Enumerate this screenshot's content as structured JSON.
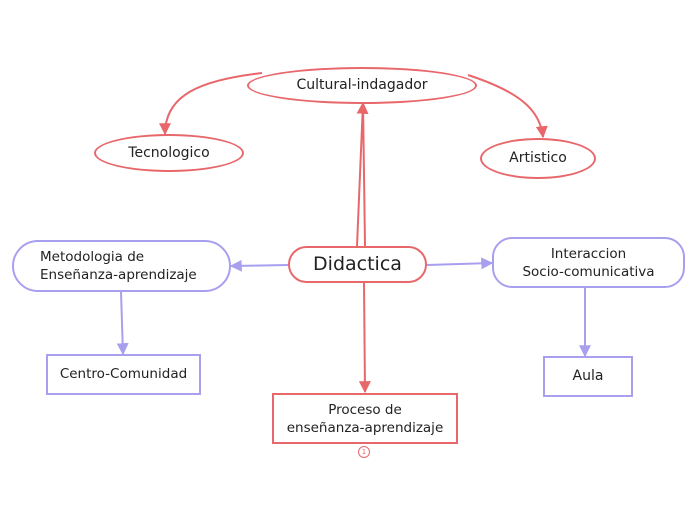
{
  "nodes": {
    "central": "Didactica",
    "cultural": "Cultural-indagador",
    "tecnologico": "Tecnologico",
    "artistico": "Artistico",
    "metodologia": [
      "Metodologia de",
      "Enseñanza-aprendizaje"
    ],
    "interaccion": [
      "Interaccion",
      "Socio-comunicativa"
    ],
    "centro": "Centro-Comunidad",
    "aula": "Aula",
    "proceso": [
      "Proceso de",
      "enseñanza-aprendizaje"
    ]
  },
  "badge": "1",
  "colors": {
    "red": "#e8676b",
    "purple": "#a8a0ee"
  }
}
